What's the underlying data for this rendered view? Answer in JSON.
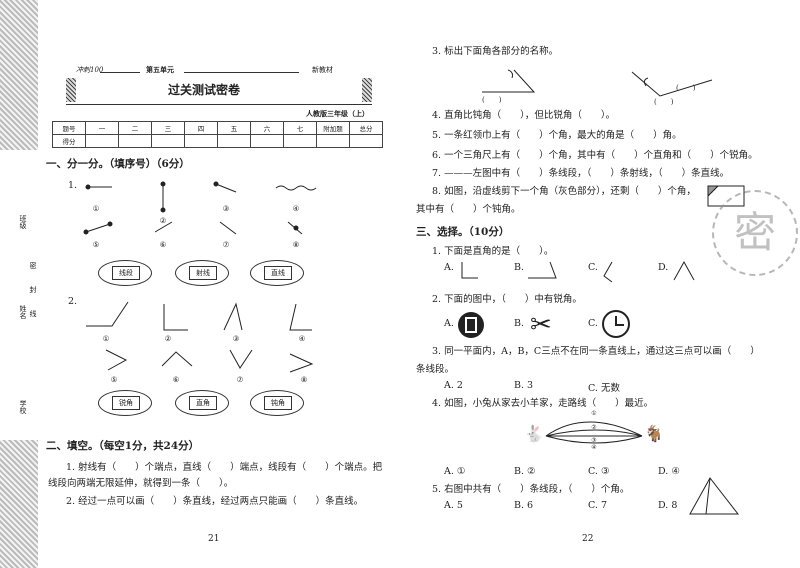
{
  "left": {
    "brand": "冲刺100",
    "unit": "第五单元",
    "edition": "新教材",
    "title": "过关测试密卷",
    "grade": "人教版三年级（上）",
    "table": {
      "headers": [
        "题号",
        "一",
        "二",
        "三",
        "四",
        "五",
        "六",
        "七",
        "附加题",
        "总分"
      ],
      "row_label": "得分"
    },
    "s1": {
      "heading": "一、分一分。（填序号）（6分）",
      "q1_num": "1.",
      "q1_labels": [
        "①",
        "②",
        "③",
        "④",
        "⑤",
        "⑥",
        "⑦",
        "⑧"
      ],
      "q1_bins": [
        "线段",
        "射线",
        "直线"
      ],
      "q2_num": "2.",
      "q2_labels": [
        "①",
        "②",
        "③",
        "④",
        "⑤",
        "⑥",
        "⑦",
        "⑧"
      ],
      "q2_bins": [
        "锐角",
        "直角",
        "钝角"
      ]
    },
    "s2": {
      "heading": "二、填空。（每空1分，共24分）",
      "l1": "1. 射线有（　　）个端点，直线（　　）端点，线段有（　　）个端点。把",
      "l2": "线段向两端无限延伸，就得到一条（　　）。",
      "l3": "2. 经过一点可以画（　　）条直线，经过两点只能画（　　）条直线。"
    },
    "page_no": "21",
    "side": {
      "a": "班级",
      "b": "姓名",
      "c": "学校",
      "d": "密",
      "e": "封",
      "f": "线"
    }
  },
  "right": {
    "q3": "3. 标出下面角各部分的名称。",
    "paren": "(　　)",
    "q4": "4. 直角比钝角（　　），但比锐角（　　）。",
    "q5": "5. 一条红领巾上有（　　）个角，最大的角是（　　）角。",
    "q6": "6. 一个三角尺上有（　　）个角，其中有（　　）个直角和（　　）个锐角。",
    "q7": "7. ———左图中有（　　）条线段，（　　）条射线，（　　）条直线。",
    "q8a": "8. 如图，沿虚线剪下一个角（灰色部分），还剩（　　）个角，",
    "q8b": "其中有（　　）个钝角。",
    "s3": "三、选择。（10分）",
    "c1": "1. 下面是直角的是（　　）。",
    "c1_opts": [
      "A.",
      "B.",
      "C.",
      "D."
    ],
    "c2": "2. 下面的图中，（　　）中有锐角。",
    "c2_opts": [
      "A.",
      "B.",
      "C."
    ],
    "c3a": "3. 同一平面内，A，B，C三点不在同一条直线上，通过这三点可以画（　　）",
    "c3b": "条线段。",
    "c3_opts": [
      "A. 2",
      "B. 3",
      "C. 无数"
    ],
    "c4": "4. 如图，小兔从家去小羊家，走路线（　　）最近。",
    "c4_opts": [
      "A. ①",
      "B. ②",
      "C. ③",
      "D. ④"
    ],
    "c4_routes": [
      "①",
      "②",
      "③",
      "④"
    ],
    "c5": "5. 右图中共有（　　）条线段，（　　）个角。",
    "c5_opts": [
      "A. 5",
      "B. 6",
      "C. 7",
      "D. 8"
    ],
    "page_no": "22",
    "stamp": "密"
  }
}
